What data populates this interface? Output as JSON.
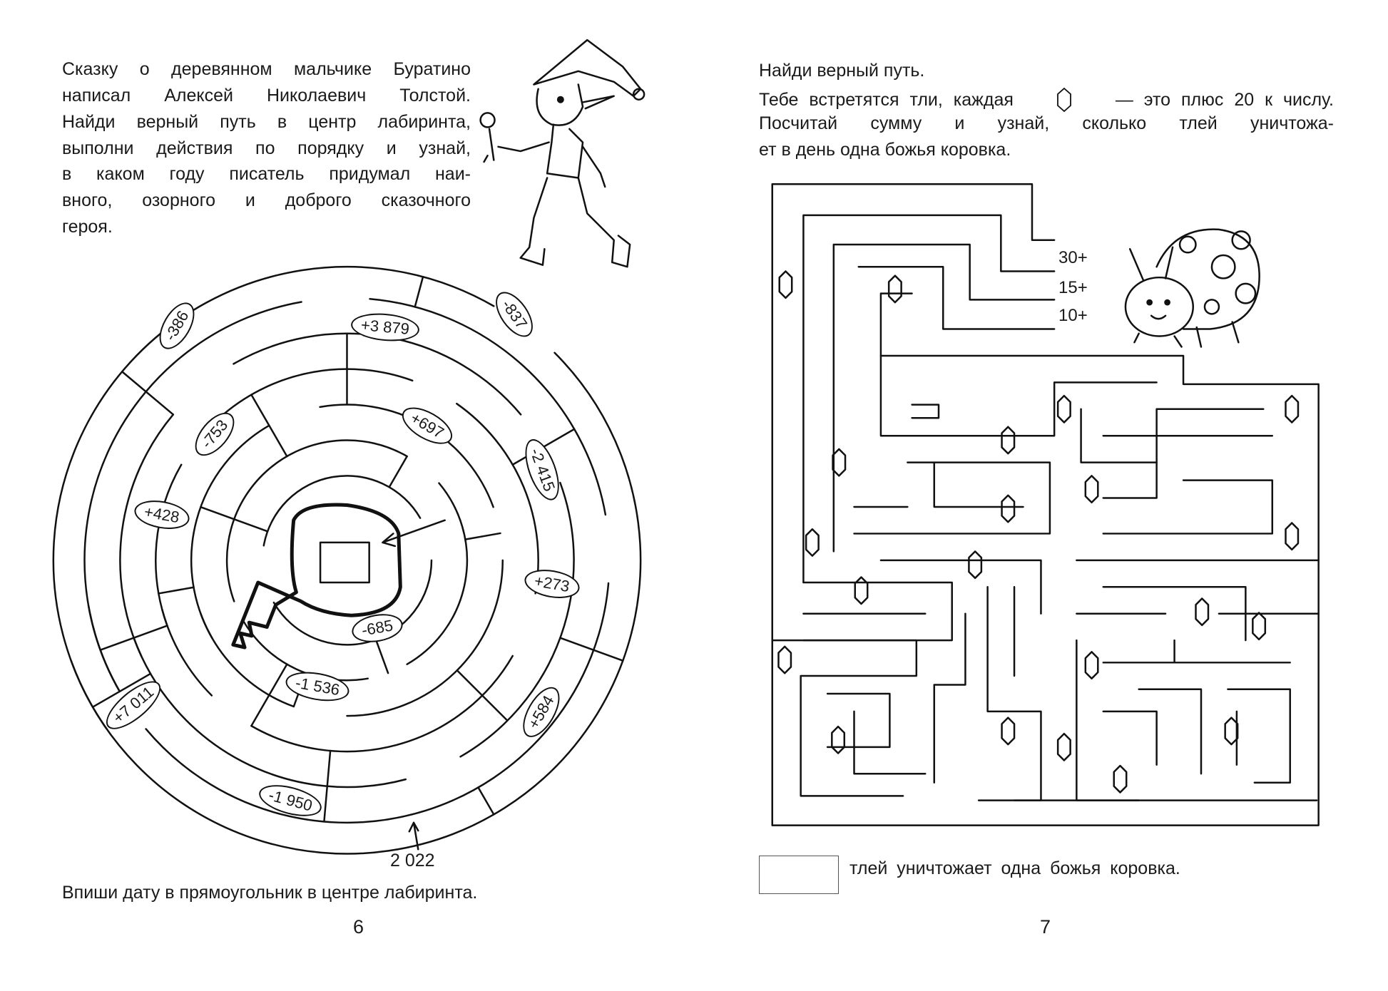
{
  "left_page": {
    "intro_lines": [
      "Сказку о деревянном мальчике Буратино",
      "написал Алексей Николаевич Толстой.",
      "Найди верный путь в центр лабиринта,",
      "выполни действия по порядку и узнай,",
      "в каком году писатель придумал наи-",
      "вного, озорного и доброго сказочного",
      "героя."
    ],
    "maze_labels": [
      "-386",
      "+3 879",
      "-837",
      "-753",
      "+697",
      "-2 415",
      "+428",
      "+273",
      "-685",
      "-1 536",
      "+7 011",
      "+584",
      "-1 950"
    ],
    "start_number": "2 022",
    "instruction": "Впиши дату в прямоугольник в центре лабиринта.",
    "page_number": "6",
    "illustration": "pinocchio-icon"
  },
  "right_page": {
    "intro_line_1": "Найди верный путь.",
    "intro_line_2a": "Тебе встретятся тли, каждая",
    "intro_line_2b": "— это плюс 20 к числу.",
    "intro_line_3": "Посчитай сумму и узнай, сколько тлей уничтожа-",
    "intro_line_4": "ет в день одна божья коровка.",
    "start_labels": [
      "30+",
      "15+",
      "10+"
    ],
    "answer_text": "тлей уничтожает одна божья коровка.",
    "page_number": "7",
    "illustration": "ladybug-icon",
    "aphid_icon": "aphid-hexagon-icon"
  }
}
